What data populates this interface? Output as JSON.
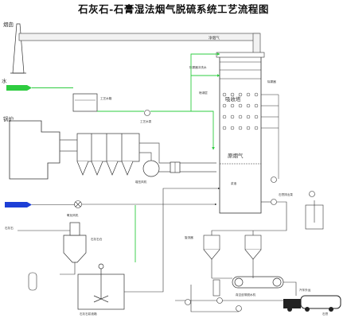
{
  "title": "石灰石-石膏湿法烟气脱硫系统工艺流程图",
  "labels": {
    "chimney": "烟囱",
    "clean_gas": "净烟气",
    "boiler": "锅炉",
    "raw_gas": "原烟气",
    "water_in": "水",
    "process_tank": "工艺水箱",
    "process_pump": "工艺水泵",
    "booster_fan": "增压风机",
    "absorber": "吸收塔",
    "mist_eliminator": "除雾器",
    "mist_wash": "除雾器冲洗水",
    "spray_layer": "喷淋层",
    "slurry": "浆液",
    "gypsum": "石膏",
    "limestone": "石灰石",
    "limestone_silo": "石灰石仓",
    "slurry_tank": "石灰石浆液箱",
    "hydrocyclone": "旋流器",
    "vacuum_belt": "真空皮带脱水机",
    "truck": "汽车外运",
    "oxidation_air": "氧化风机",
    "gypsum_pump": "石膏排出泵"
  },
  "colors": {
    "flue": "#8a8a8a",
    "water": "#2ecc40",
    "line": "#3a3a3a",
    "blue_arrow": "#1d3fd6",
    "green_arrow": "#2ecc40"
  }
}
